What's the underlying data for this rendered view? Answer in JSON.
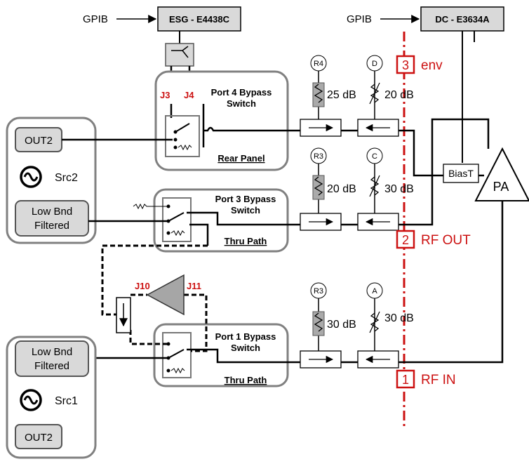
{
  "instruments": {
    "esg": {
      "label": "ESG - E4438C",
      "bus": "GPIB"
    },
    "dc": {
      "label": "DC - E3634A",
      "bus": "GPIB"
    }
  },
  "switches": {
    "port4": {
      "title_line1": "Port 4 Bypass",
      "title_line2": "Switch",
      "caption": "Rear Panel",
      "jacks": [
        "J3",
        "J4"
      ]
    },
    "port3": {
      "title_line1": "Port 3 Bypass",
      "title_line2": "Switch",
      "caption": "Thru Path"
    },
    "port1": {
      "title_line1": "Port 1 Bypass",
      "title_line2": "Switch",
      "caption": "Thru Path"
    }
  },
  "sources": {
    "src2": {
      "out": "OUT2",
      "name": "Src2",
      "filter_line1": "Low Bnd",
      "filter_line2": "Filtered"
    },
    "src1": {
      "filter_line1": "Low Bnd",
      "filter_line2": "Filtered",
      "name": "Src1",
      "out": "OUT2"
    }
  },
  "amplifier_jacks": [
    "J10",
    "J11"
  ],
  "paths": [
    {
      "ref": "R4",
      "ref_atten": "25 dB",
      "port": "D",
      "port_atten": "20 dB"
    },
    {
      "ref": "R3",
      "ref_atten": "20 dB",
      "port": "C",
      "port_atten": "30 dB"
    },
    {
      "ref": "R3",
      "ref_atten": "30 dB",
      "port": "A",
      "port_atten": "30 dB"
    }
  ],
  "planes": [
    {
      "num": "3",
      "label": "env"
    },
    {
      "num": "2",
      "label": "RF OUT"
    },
    {
      "num": "1",
      "label": "RF IN"
    }
  ],
  "dut": {
    "biast": "BiasT",
    "pa": "PA"
  },
  "colors": {
    "accent_red": "#cc1111",
    "panel_gray": "#808080",
    "fill_gray": "#d9d9d9"
  }
}
